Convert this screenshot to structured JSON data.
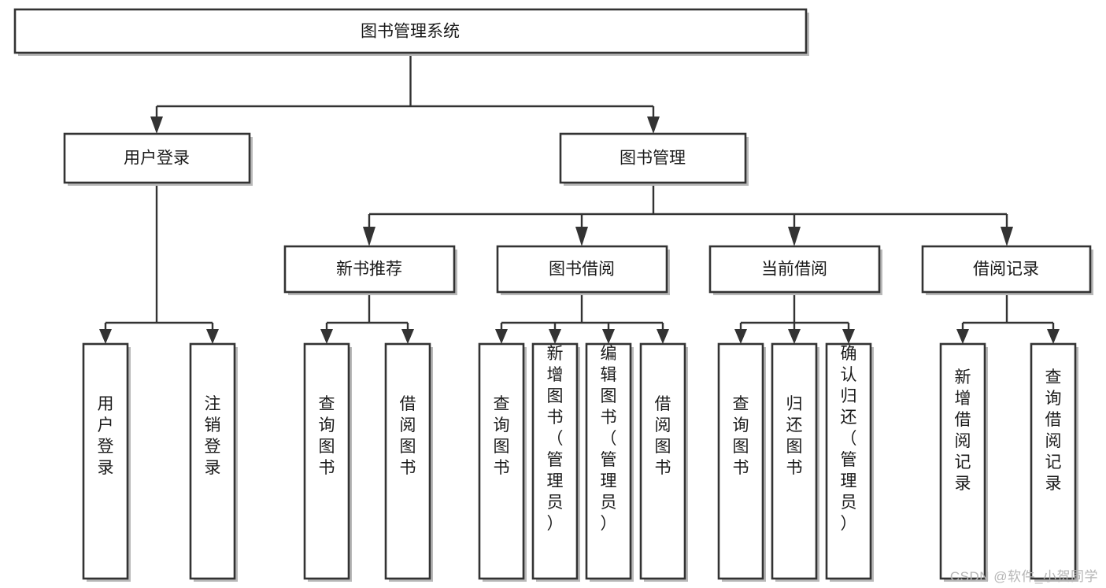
{
  "diagram": {
    "type": "tree",
    "title": "图书管理系统",
    "watermark": "CSDN @软件_小贺同学",
    "levels": {
      "level1": [
        {
          "id": "root",
          "label": "图书管理系统",
          "orientation": "horizontal"
        }
      ],
      "level2": [
        {
          "id": "user-login",
          "label": "用户登录",
          "orientation": "horizontal"
        },
        {
          "id": "book-manage",
          "label": "图书管理",
          "orientation": "horizontal"
        }
      ],
      "level3": [
        {
          "id": "new-book-recommend",
          "label": "新书推荐",
          "orientation": "horizontal"
        },
        {
          "id": "book-borrow",
          "label": "图书借阅",
          "orientation": "horizontal"
        },
        {
          "id": "current-borrow",
          "label": "当前借阅",
          "orientation": "horizontal"
        },
        {
          "id": "borrow-record",
          "label": "借阅记录",
          "orientation": "horizontal"
        }
      ],
      "level4": [
        {
          "id": "leaf-user-login",
          "label": "用户登录",
          "orientation": "vertical",
          "parent": "user-login"
        },
        {
          "id": "leaf-logout-login",
          "label": "注销登录",
          "orientation": "vertical",
          "parent": "user-login"
        },
        {
          "id": "leaf-query-book-1",
          "label": "查询图书",
          "orientation": "vertical",
          "parent": "new-book-recommend"
        },
        {
          "id": "leaf-borrow-book-1",
          "label": "借阅图书",
          "orientation": "vertical",
          "parent": "new-book-recommend"
        },
        {
          "id": "leaf-query-book-2",
          "label": "查询图书",
          "orientation": "vertical",
          "parent": "book-borrow"
        },
        {
          "id": "leaf-add-book-admin",
          "label": "新增图书（管理员）",
          "orientation": "vertical",
          "parent": "book-borrow"
        },
        {
          "id": "leaf-edit-book-admin",
          "label": "编辑图书（管理员）",
          "orientation": "vertical",
          "parent": "book-borrow"
        },
        {
          "id": "leaf-borrow-book-2",
          "label": "借阅图书",
          "orientation": "vertical",
          "parent": "book-borrow"
        },
        {
          "id": "leaf-query-book-3",
          "label": "查询图书",
          "orientation": "vertical",
          "parent": "current-borrow"
        },
        {
          "id": "leaf-return-book",
          "label": "归还图书",
          "orientation": "vertical",
          "parent": "current-borrow"
        },
        {
          "id": "leaf-confirm-return-admin",
          "label": "确认归还（管理员）",
          "orientation": "vertical",
          "parent": "current-borrow"
        },
        {
          "id": "leaf-add-borrow-record",
          "label": "新增借阅记录",
          "orientation": "vertical",
          "parent": "borrow-record"
        },
        {
          "id": "leaf-query-borrow-record",
          "label": "查询借阅记录",
          "orientation": "vertical",
          "parent": "borrow-record"
        }
      ]
    },
    "colors": {
      "box_fill": "#ffffff",
      "box_stroke": "#333333",
      "text": "#1a1a1a",
      "shadow": "#b8b8b8",
      "watermark": "#b5b5b5",
      "background": "#ffffff"
    }
  }
}
